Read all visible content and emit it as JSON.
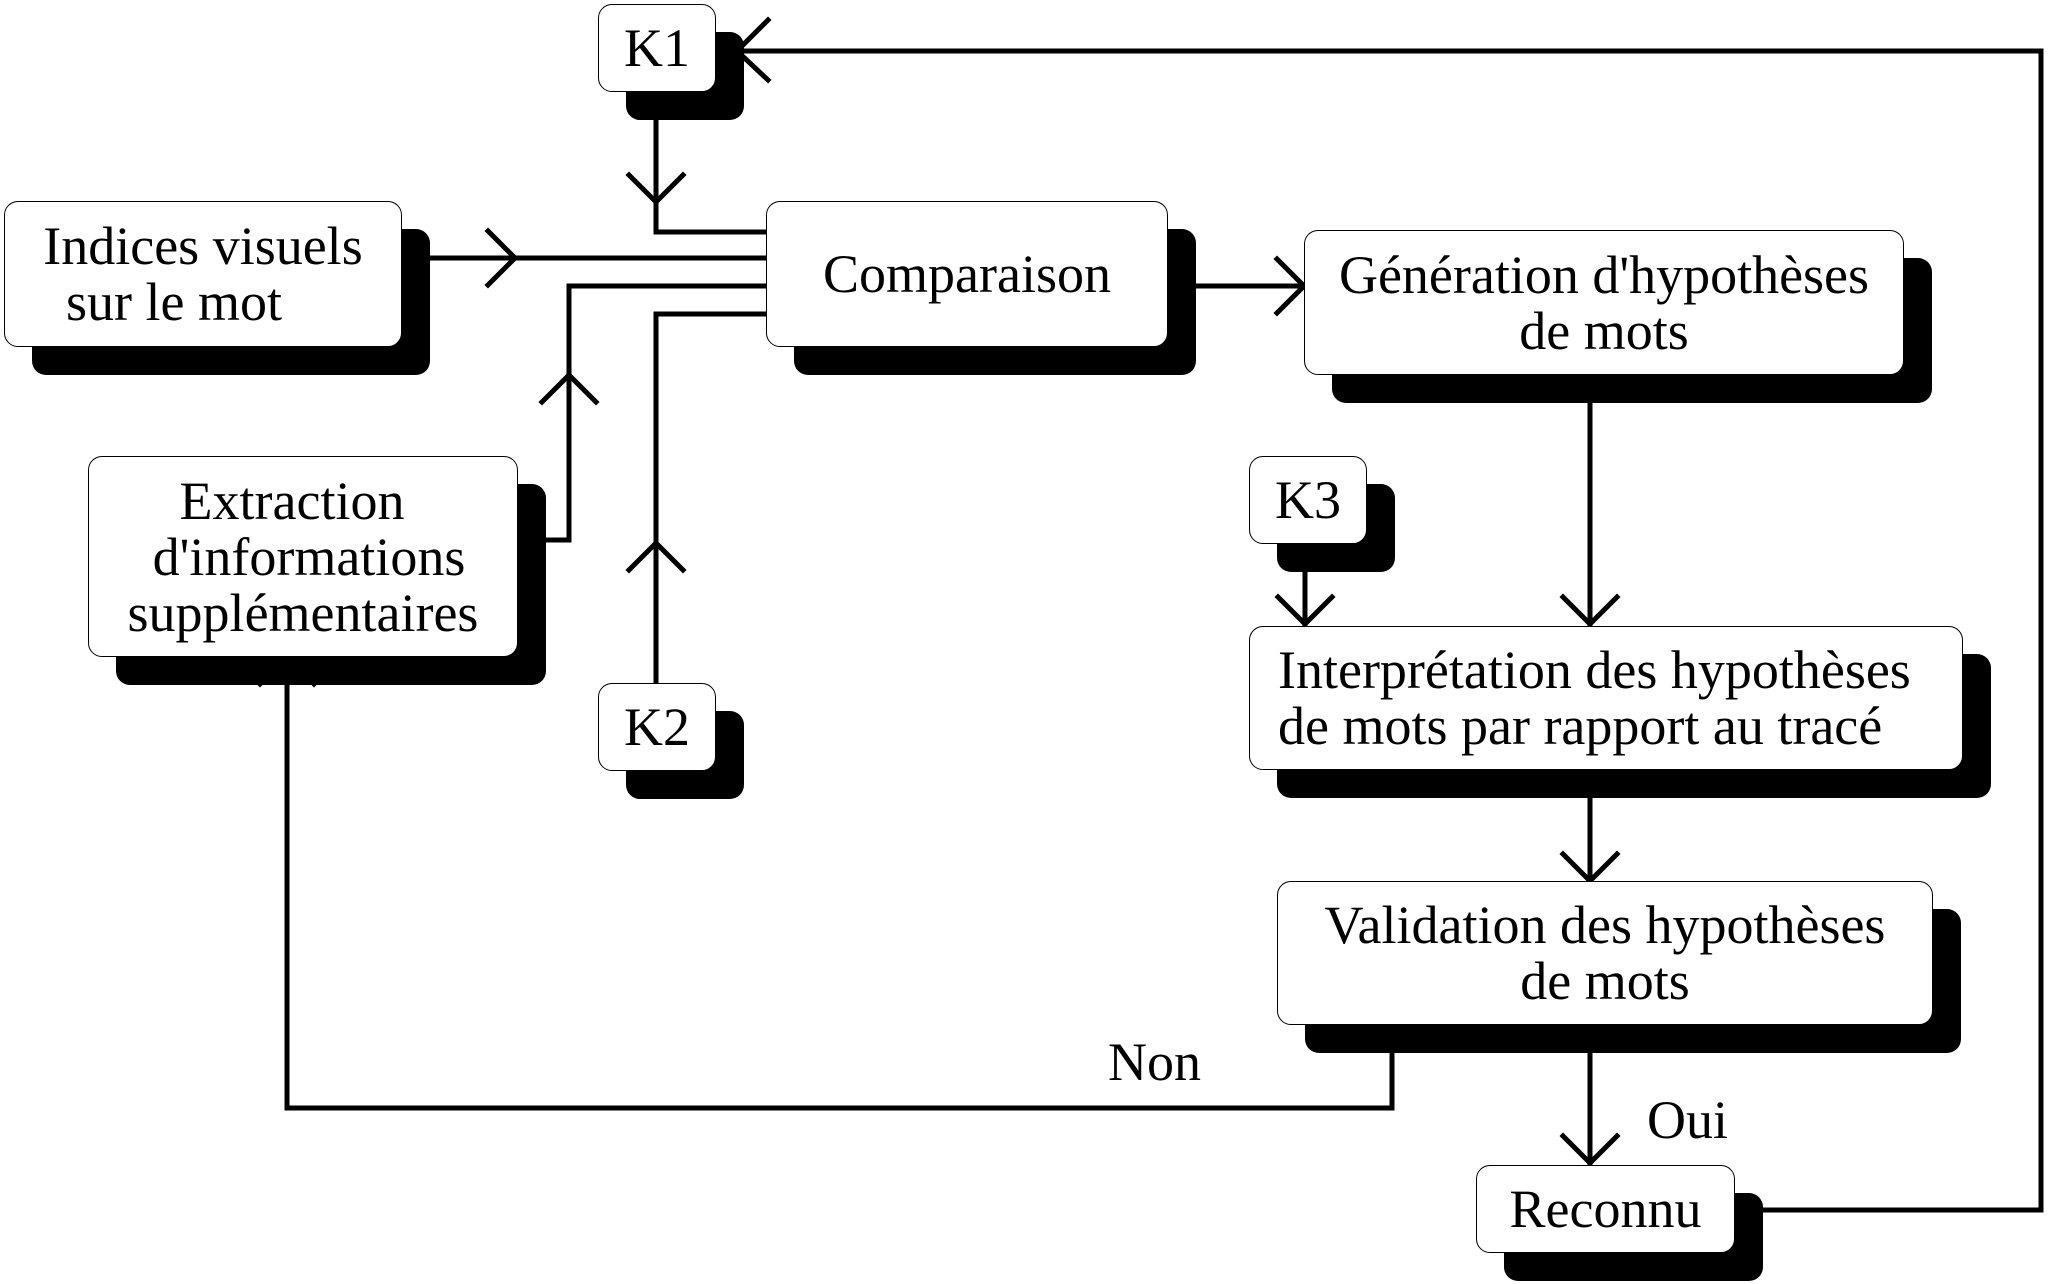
{
  "nodes": {
    "k1": "K1",
    "k2": "K2",
    "k3": "K3",
    "indices": [
      "Indices visuels",
      "sur le mot"
    ],
    "comparaison": "Comparaison",
    "generation": [
      "Génération d'hypothèses",
      "de mots"
    ],
    "extraction": [
      "Extraction",
      "d'informations",
      "supplémentaires"
    ],
    "interpretation": [
      "Interprétation des hypothèses",
      "de mots par rapport au tracé"
    ],
    "validation": [
      "Validation des hypothèses",
      "de mots"
    ],
    "reconnu": "Reconnu"
  },
  "labels": {
    "non": "Non",
    "oui": "Oui"
  }
}
